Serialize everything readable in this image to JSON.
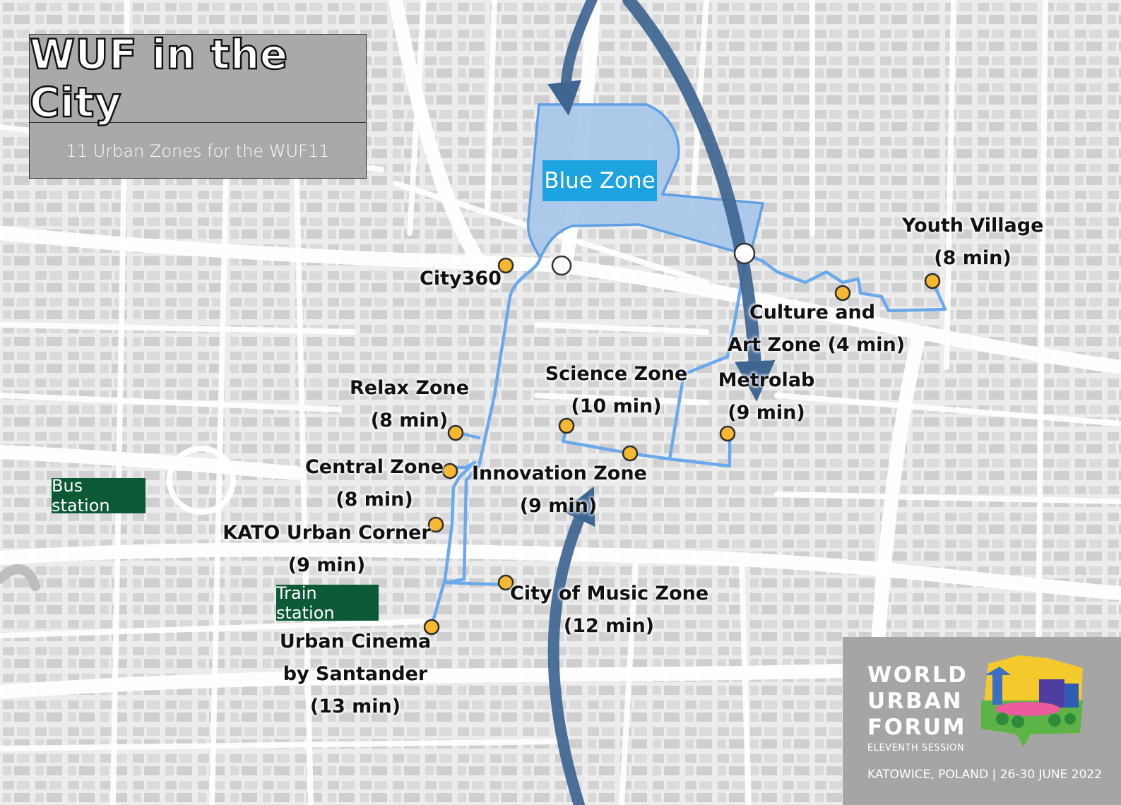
{
  "title": "WUF in the City",
  "subtitle": "11 Urban Zones for the WUF11",
  "blue_zone": "Blue Zone",
  "tags": {
    "bus_station": "Bus station",
    "train_station": "Train station"
  },
  "zones": {
    "city360": "City360",
    "youth_line1": "Youth Village",
    "youth_line2": "(8 min)",
    "culture_line1": "Culture and",
    "culture_line2": "Art Zone (4 min)",
    "science_line1": "Science Zone",
    "science_line2": "(10 min)",
    "metrolab_line1": "Metrolab",
    "metrolab_line2": "(9 min)",
    "relax_line1": "Relax Zone",
    "relax_line2": "(8 min)",
    "central_line1": "Central Zone",
    "central_line2": "(8 min)",
    "innovation_line1": "Innovation Zone",
    "innovation_line2": "(9 min)",
    "kato_line1": "KATO Urban Corner",
    "kato_line2": "(9 min)",
    "music_line1": "City of Music Zone",
    "music_line2": "(12 min)",
    "cinema_line1": "Urban Cinema",
    "cinema_line2": "by Santander",
    "cinema_line3": "(13 min)"
  },
  "logo": {
    "line1": "WORLD",
    "line2": "URBAN",
    "line3": "FORUM",
    "session": "ELEVENTH SESSION",
    "place": "KATOWICE, POLAND | 26-30 JUNE 2022"
  },
  "colors": {
    "route": "#6aa9ec",
    "marker": "#f6b731",
    "arrow": "#3f6591",
    "blue_zone_fill": "#a7c6ea",
    "station_tag": "#0c5a35",
    "blue_tag": "#1ca3e0"
  }
}
